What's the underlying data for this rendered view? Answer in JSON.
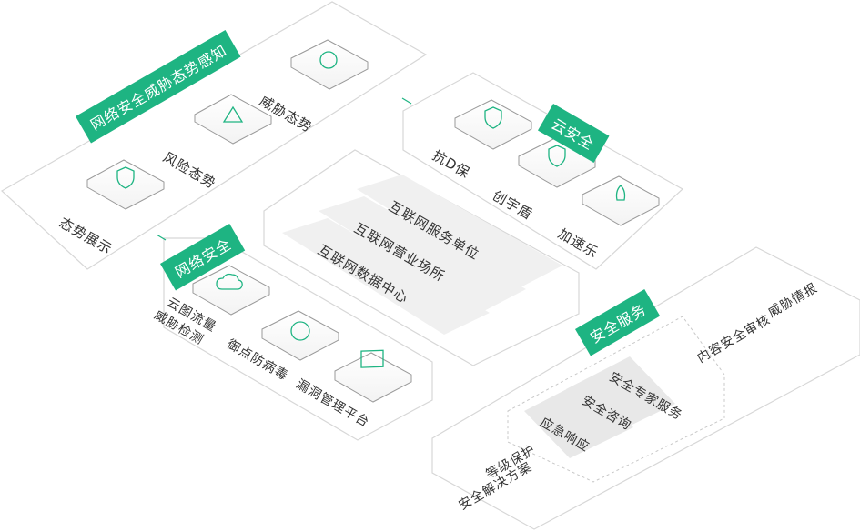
{
  "colors": {
    "accent": "#1eb482",
    "panel_border": "#d9d9d9",
    "bar": "#eeeeee"
  },
  "threat_panel": {
    "title": "网络安全威胁态势感知",
    "items": [
      {
        "label": "威胁态势",
        "icon": "network-nodes-icon"
      },
      {
        "label": "风险态势",
        "icon": "warning-triangle-icon"
      },
      {
        "label": "态势展示",
        "icon": "shield-trend-icon"
      }
    ]
  },
  "cloud_panel": {
    "title": "云安全",
    "items": [
      {
        "label": "抗D保",
        "icon": "shield-d-icon"
      },
      {
        "label": "创宇盾",
        "icon": "shield-s-icon"
      },
      {
        "label": "加速乐",
        "icon": "rocket-icon"
      }
    ]
  },
  "center_panel": {
    "rows": [
      "互联网服务单位",
      "互联网营业场所",
      "互联网数据中心"
    ]
  },
  "netsec_panel": {
    "title": "网络安全",
    "items": [
      {
        "label_lines": [
          "云图流量",
          "威胁检测"
        ],
        "icon": "cloud-icon"
      },
      {
        "label_lines": [
          "御点防病毒"
        ],
        "icon": "virus-cycle-icon"
      },
      {
        "label_lines": [
          "漏洞管理平台"
        ],
        "icon": "browser-window-icon"
      }
    ]
  },
  "service_panel": {
    "title": "安全服务",
    "items": [
      "威胁情报",
      "内容安全审核"
    ],
    "expert": {
      "title": "安全专家服务",
      "subs": [
        "安全咨询",
        "应急响应"
      ]
    },
    "bottom_lines": [
      "等级保护",
      "安全解决方案"
    ]
  }
}
